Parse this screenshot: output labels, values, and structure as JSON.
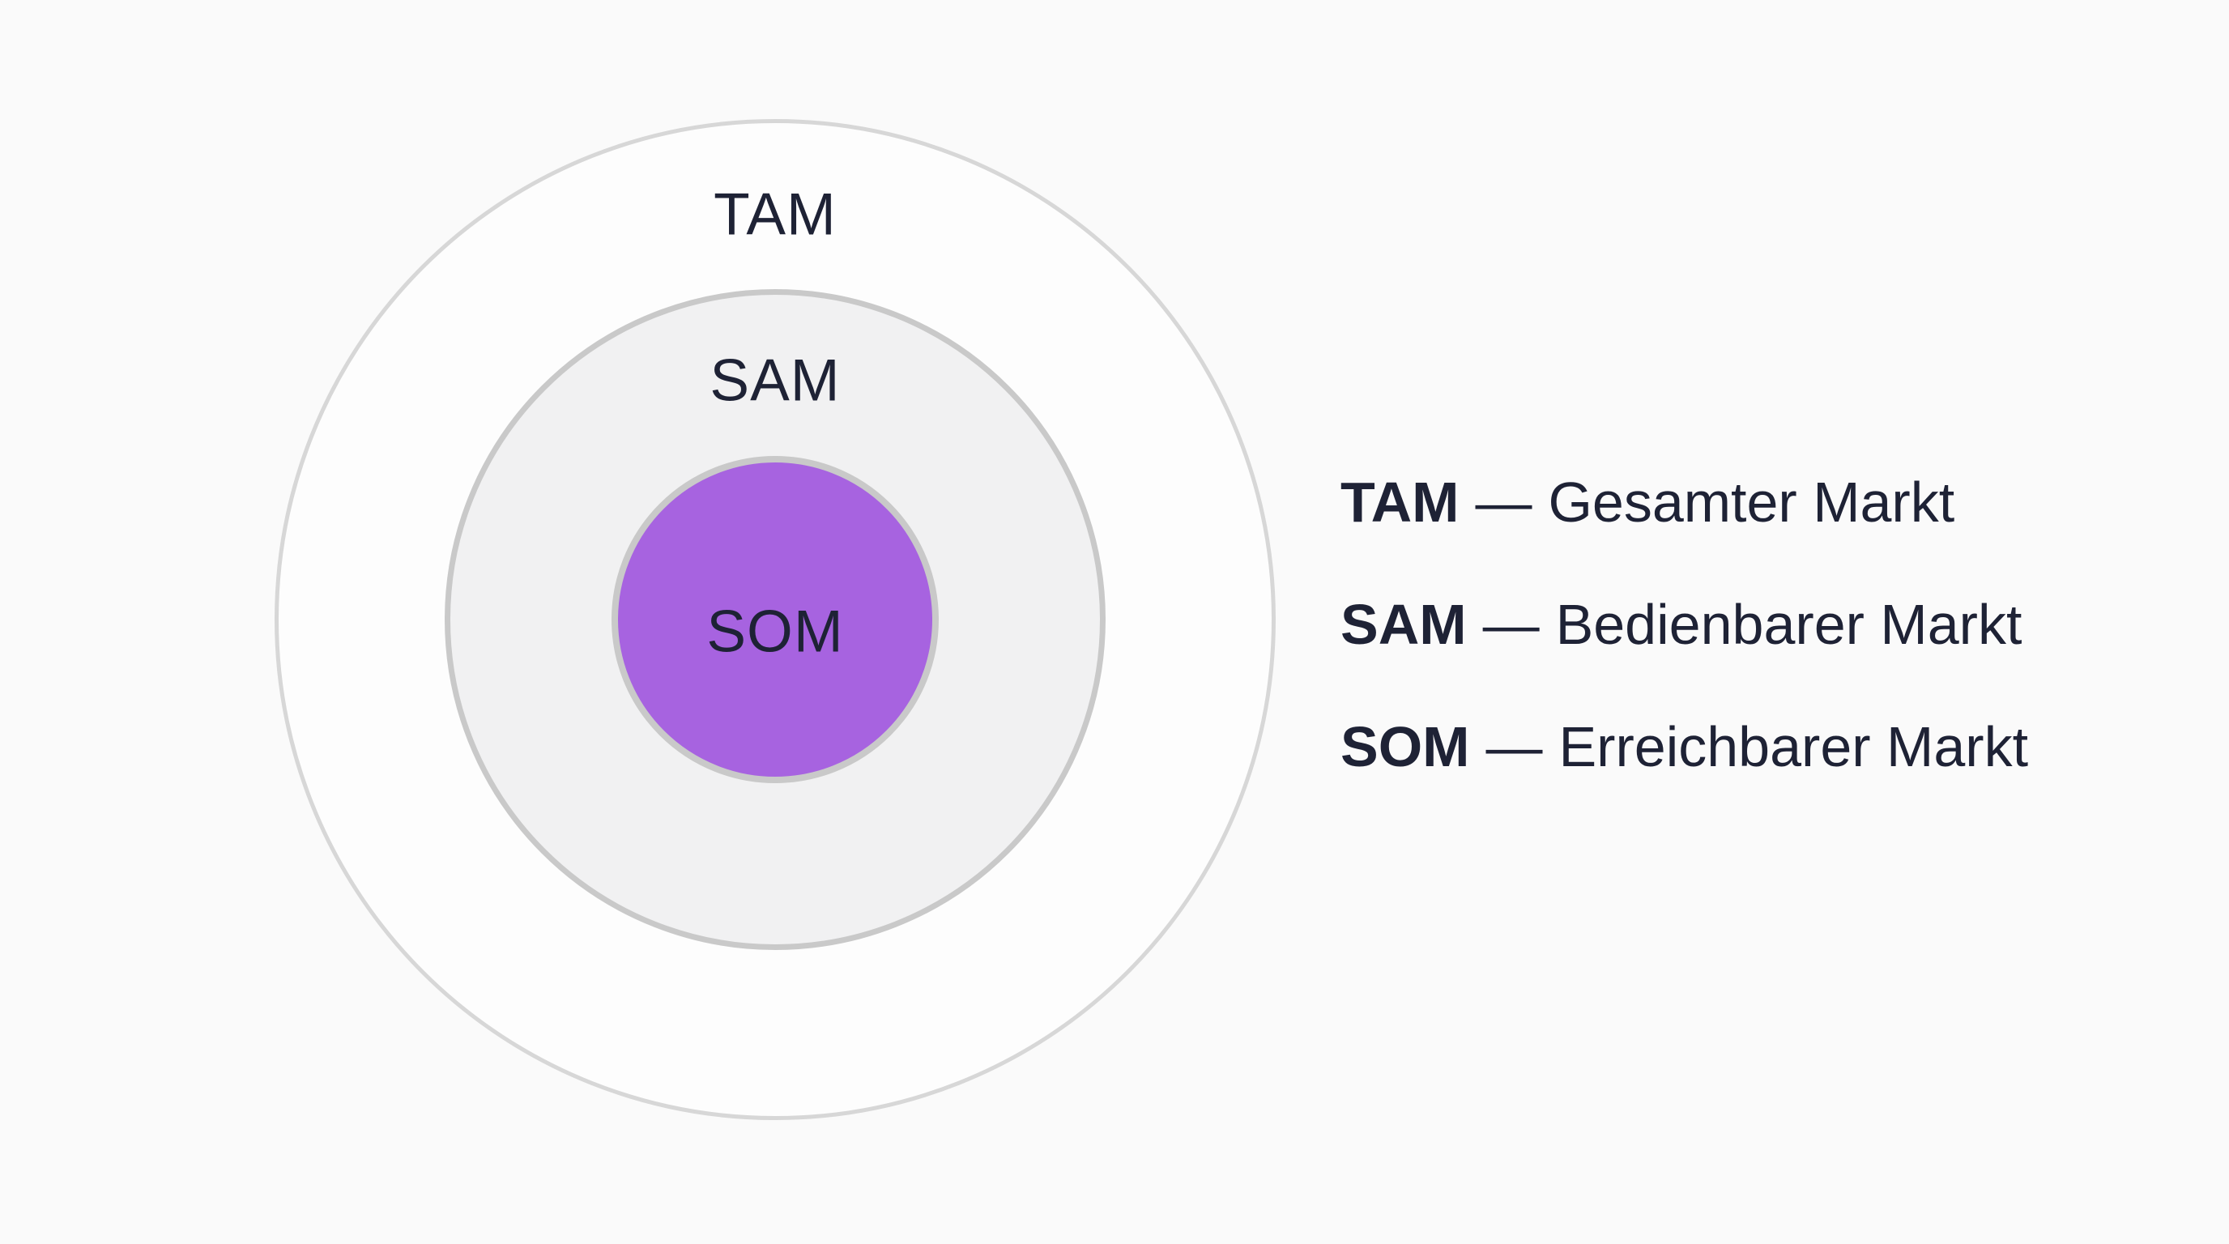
{
  "diagram": {
    "type": "concentric-circles",
    "rings": [
      {
        "id": "tam",
        "label": "TAM",
        "fill": "#fdfdfd",
        "border": "#d7d7d7"
      },
      {
        "id": "sam",
        "label": "SAM",
        "fill": "#f1f1f2",
        "border": "#c9c9c9"
      },
      {
        "id": "som",
        "label": "SOM",
        "fill": "#a763e0",
        "border": "#c9c9c9"
      }
    ]
  },
  "legend": {
    "items": [
      {
        "term": "TAM",
        "separator": "—",
        "definition": "Gesamter Markt"
      },
      {
        "term": "SAM",
        "separator": "—",
        "definition": "Bedienbarer Markt"
      },
      {
        "term": "SOM",
        "separator": "—",
        "definition": "Erreichbarer Markt"
      }
    ]
  },
  "colors": {
    "background": "#fafafa",
    "accent_purple": "#a763e0",
    "text": "#1e2235",
    "ring_stroke": "#c9c9c9"
  }
}
